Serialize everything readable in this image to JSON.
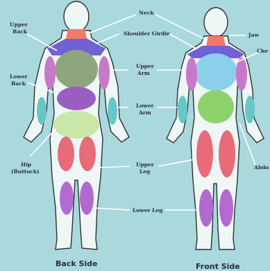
{
  "colors": {
    "background": "#a9d9dd",
    "neck": "#f07a6a",
    "shoulder_girdle": "#6f62d6",
    "upper_back": "#8ea57e",
    "chest": "#8bd0ea",
    "lower_back": "#9a5ec2",
    "abdomen": "#8ed36a",
    "upper_arm": "#c878c9",
    "lower_arm": "#66c7c6",
    "hip": "#c9e7a6",
    "upper_leg": "#e86b7a",
    "lower_leg": "#b26ad0"
  },
  "labels": {
    "neck": "Neck",
    "upper_back": "Upper\nBack",
    "shoulder_girdle": "Shoulder Girdle",
    "jaw": "Jaw",
    "chest": "Che",
    "upper_arm": "Upper\nArm",
    "lower_back": "Lower\nBack",
    "lower_arm": "Lower\nArm",
    "hip": "Hip\n(Buttock)",
    "upper_leg": "Upper\nLeg",
    "abdomen": "Abdo",
    "lower_leg": "Lower Leg",
    "back_side": "Back Side",
    "front_side": "Front Side"
  }
}
